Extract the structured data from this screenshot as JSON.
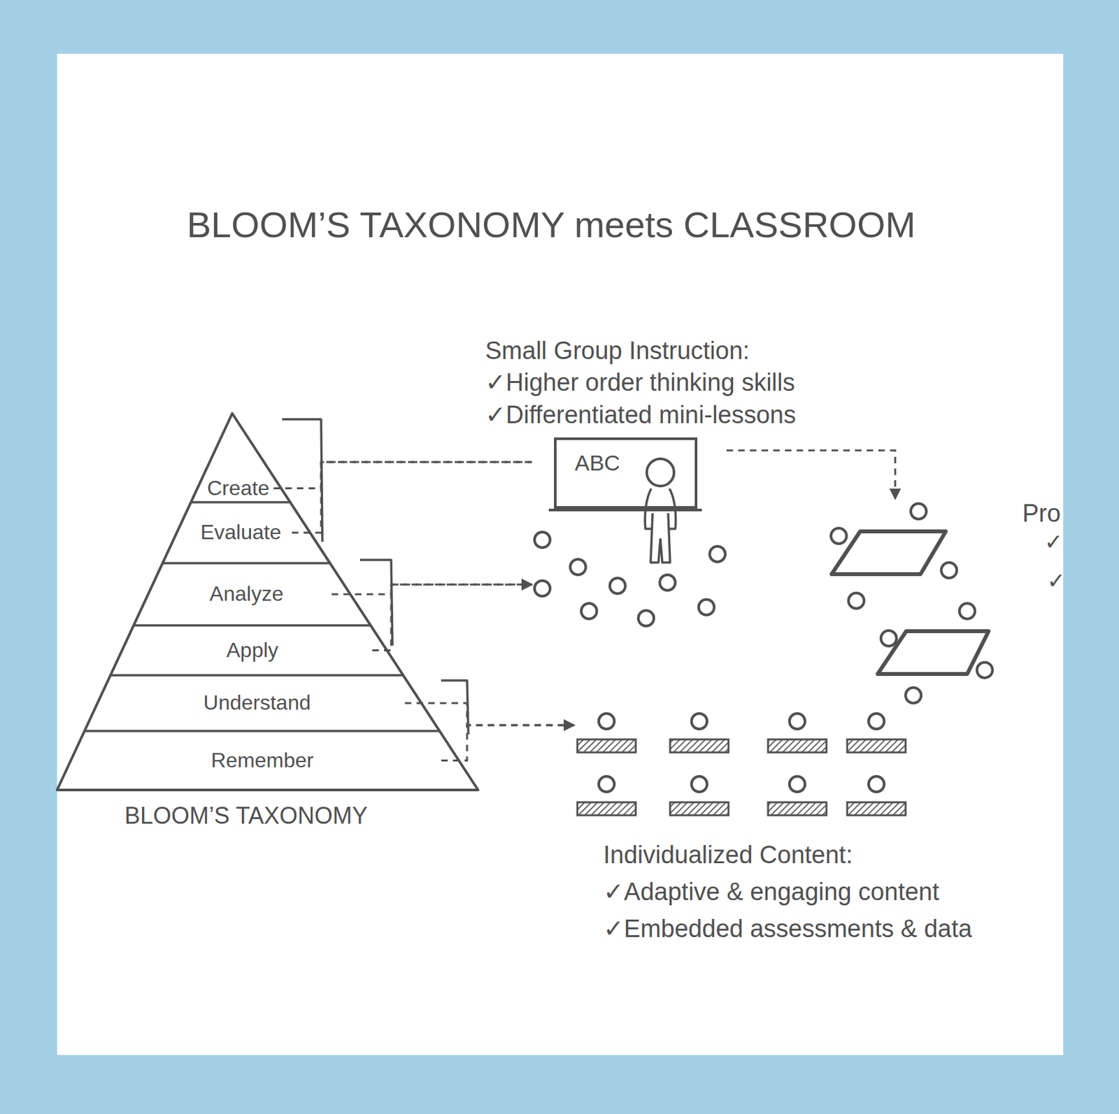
{
  "diagram": {
    "title": "BLOOM’S TAXONOMY meets CLASSROOM",
    "nodes": [
      {
        "text": [
          "BLOOM’S TAXONOMY"
        ]
      },
      {
        "text": [
          "Create"
        ],
        "in": 0
      },
      {
        "text": [
          "Evaluate"
        ],
        "in": 0
      },
      {
        "text": [
          "Analyze"
        ],
        "in": 0
      },
      {
        "text": [
          "Apply"
        ],
        "in": 0
      },
      {
        "text": [
          "Understand"
        ],
        "in": 0
      },
      {
        "text": [
          "Remember"
        ],
        "in": 0
      },
      {
        "text": [
          "Small Group Instruction:",
          "✓Higher order thinking skills",
          "✓Differentiated mini-lessons"
        ]
      },
      {
        "text": [
          "Pro"
        ]
      },
      {
        "text": [
          "Individualized Content:",
          "✓Adaptive & engaging content",
          "✓Embedded assessments & data"
        ]
      }
    ],
    "edges": [
      {
        "from": 1,
        "to": 7,
        "arrow": "none"
      },
      {
        "from": 2,
        "to": 7,
        "arrow": "none"
      },
      {
        "from": 3,
        "to": 7,
        "arrow": "to"
      },
      {
        "from": 4,
        "to": 7,
        "arrow": "to"
      },
      {
        "from": 5,
        "to": 9,
        "arrow": "to"
      },
      {
        "from": 6,
        "to": 9,
        "arrow": "to"
      },
      {
        "from": 7,
        "to": 8,
        "arrow": "to"
      }
    ],
    "labels": [
      "ABC",
      "✓",
      "✓"
    ]
  }
}
